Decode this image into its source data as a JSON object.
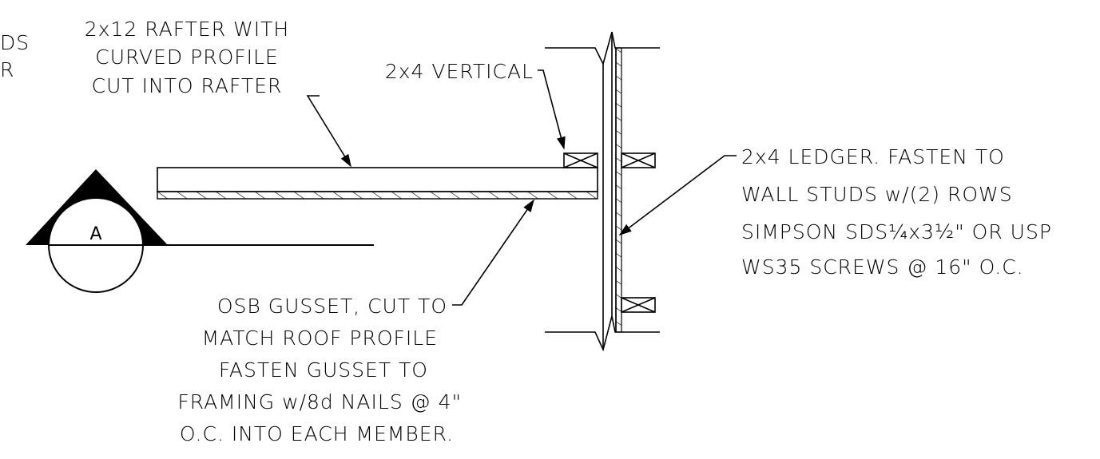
{
  "notes": {
    "cut_left": [
      "DS",
      "R"
    ],
    "rafter": [
      "2x12 RAFTER WITH",
      "CURVED PROFILE",
      "CUT INTO RAFTER"
    ],
    "vertical": "2x4 VERTICAL",
    "ledger": [
      "2x4 LEDGER. FASTEN TO",
      "WALL STUDS w/(2) ROWS",
      "SIMPSON SDS¼x3½\" OR USP",
      "WS35 SCREWS @ 16\" O.C."
    ],
    "gusset": [
      "OSB GUSSET, CUT TO",
      "MATCH ROOF PROFILE",
      "FASTEN GUSSET TO",
      "FRAMING w/8d NAILS @ 4\"",
      "O.C. INTO EACH MEMBER."
    ]
  },
  "section_marker": {
    "label": "A"
  },
  "colors": {
    "ink": "#000000",
    "paper": "#ffffff"
  }
}
